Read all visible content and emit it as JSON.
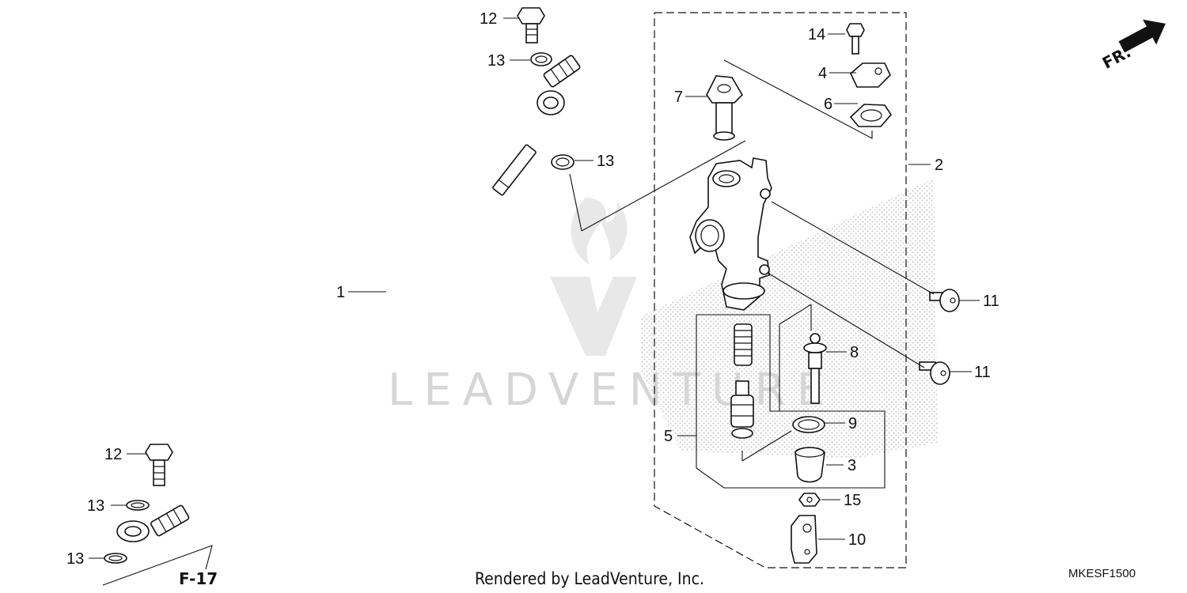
{
  "callouts": {
    "c1": "1",
    "c2": "2",
    "c3": "3",
    "c4": "4",
    "c5": "5",
    "c6": "6",
    "c7": "7",
    "c8": "8",
    "c9": "9",
    "c10": "10",
    "c11a": "11",
    "c11b": "11",
    "c12a": "12",
    "c12b": "12",
    "c13a": "13",
    "c13b": "13",
    "c13c": "13",
    "c13d": "13",
    "c14": "14",
    "c15": "15"
  },
  "reference": {
    "fig": "F-17"
  },
  "direction": {
    "label": "FR."
  },
  "watermark": {
    "text": "LEADVENTURE"
  },
  "footer": {
    "rendered_by": "Rendered by LeadVenture, Inc.",
    "diagram_code": "MKESF1500"
  },
  "colors": {
    "line": "#111111",
    "watermark": "#d6d6d6",
    "halftone": "#c8c8c8"
  }
}
